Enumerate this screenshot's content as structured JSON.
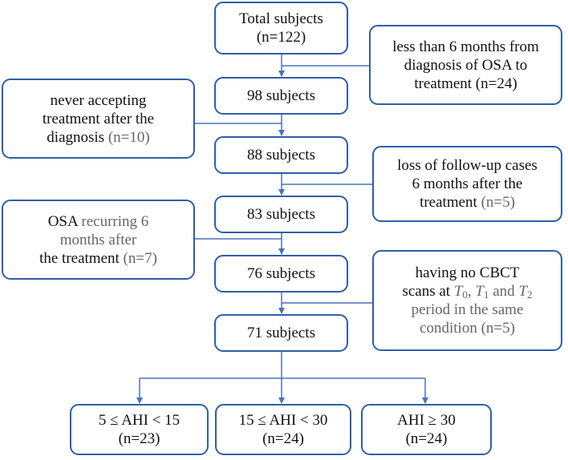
{
  "main_flow": {
    "total": {
      "title": "Total subjects",
      "count": "(n=122)"
    },
    "step1": "98 subjects",
    "step2": "88 subjects",
    "step3": "83 subjects",
    "step4": "76 subjects",
    "step5": "71 subjects"
  },
  "exclusions": {
    "e1": {
      "line1": "less than 6 months from",
      "line2": "diagnosis of OSA to",
      "line3": "treatment (n=24)"
    },
    "e2": {
      "line1": "never accepting",
      "line2": "treatment after the",
      "line3_text": "diagnosis",
      "line3_count": "(n=10)"
    },
    "e3": {
      "line1": "loss of follow-up cases",
      "line2": "6 months after the",
      "line3_text": "treatment",
      "line3_count": "(n=5)"
    },
    "e4": {
      "line1_a": "OSA",
      "line1_b": "recurring 6",
      "line2": "months after",
      "line3_text": "the treatment",
      "line3_count": "(n=7)"
    },
    "e5": {
      "line1": "having no CBCT",
      "line2_a": "scans at",
      "t0_base": "T",
      "t0_sub": "0",
      "sep1": ",",
      "t1_base": "T",
      "t1_sub": "1",
      "sep2": "and",
      "t2_base": "T",
      "t2_sub": "2",
      "line3": "period in the same",
      "line4_text": "condition",
      "line4_count": "(n=5)"
    }
  },
  "groups": [
    {
      "label": "5 ≤ AHI < 15",
      "count": "(n=23)"
    },
    {
      "label": "15 ≤ AHI < 30",
      "count": "(n=24)"
    },
    {
      "label": "AHI ≥ 30",
      "count": "(n=24)"
    }
  ],
  "colors": {
    "border": "#2f5ea8",
    "line": "#4a72b8",
    "text": "#111111",
    "muted": "#666666"
  }
}
